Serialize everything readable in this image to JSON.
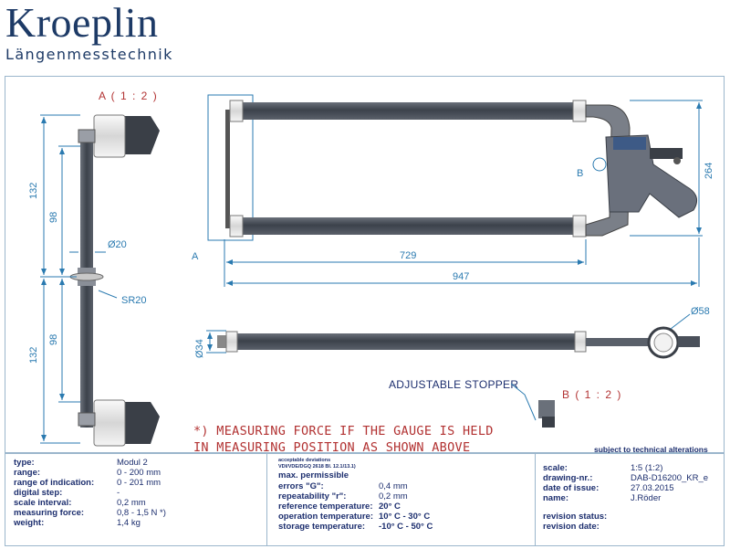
{
  "logo": {
    "brand": "Kroeplin",
    "sub": "Längenmesstechnik"
  },
  "views": {
    "a_label": "A ( 1 : 2 )",
    "b_label": "B ( 1 : 2 )",
    "a_marker": "A",
    "b_marker": "B"
  },
  "dims": {
    "d132a": "132",
    "d132b": "132",
    "d98a": "98",
    "d98b": "98",
    "dia20": "Ø20",
    "sr20": "SR20",
    "d264": "264",
    "d729": "729",
    "d947": "947",
    "dia34": "Ø34",
    "dia58": "Ø58"
  },
  "labels": {
    "stopper": "ADJUSTABLE STOPPER"
  },
  "note": {
    "line1": "*) MEASURING FORCE IF THE GAUGE IS HELD",
    "line2": "IN MEASURING POSITION AS SHOWN ABOVE"
  },
  "subject": "subject to technical alterations",
  "specs": [
    {
      "k": "type:",
      "v": "Modul 2"
    },
    {
      "k": "range:",
      "v": "0 - 200 mm"
    },
    {
      "k": "range of indication:",
      "v": "0 - 201 mm"
    },
    {
      "k": "digital step:",
      "v": "-"
    },
    {
      "k": "scale interval:",
      "v": "0,2 mm"
    },
    {
      "k": "measuring force:",
      "v": "0,8 - 1,5 N   *)"
    },
    {
      "k": "weight:",
      "v": "1,4 kg"
    }
  ],
  "deviations": {
    "small1": "acceptable deviations",
    "small2": "VDI/VDE/DGQ 2618 Bl. 12.1/13.1)",
    "title": "max. permissible",
    "rows": [
      {
        "k": "errors \"G\":",
        "v": "0,4 mm"
      },
      {
        "k": "repeatability \"r\":",
        "v": "0,2 mm"
      },
      {
        "k": "reference temperature:",
        "v": "20° C"
      },
      {
        "k": "operation temperature:",
        "v": "10° C - 30° C"
      },
      {
        "k": "storage temperature:",
        "v": "-10° C - 50° C"
      }
    ]
  },
  "drawing": [
    {
      "k": "scale:",
      "v": "1:5 (1:2)"
    },
    {
      "k": "drawing-nr.:",
      "v": "DAB-D16200_KR_e"
    },
    {
      "k": "date of issue:",
      "v": "27.03.2015"
    },
    {
      "k": "name:",
      "v": "J.Röder"
    }
  ],
  "revision": [
    {
      "k": "revision status:",
      "v": ""
    },
    {
      "k": "revision date:",
      "v": ""
    }
  ],
  "colors": {
    "ink": "#1c2e6e",
    "dim": "#2a7ab0",
    "note": "#b23232",
    "tube": "#4a505a",
    "frame": "#9bb6cc"
  }
}
